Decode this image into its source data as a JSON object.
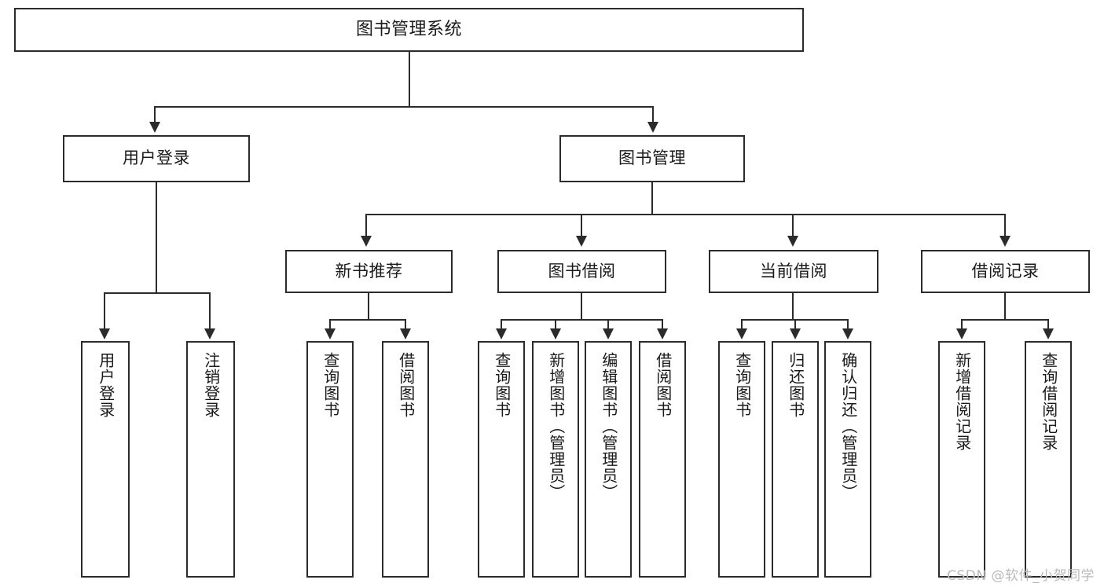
{
  "diagram": {
    "title": "图书管理系统",
    "type": "hierarchy-tree",
    "watermark": "CSDN @软件_小贺同学"
  },
  "nodes": {
    "root": {
      "label": "图书管理系统"
    },
    "tier2": [
      {
        "label": "用户登录"
      },
      {
        "label": "图书管理"
      }
    ],
    "tier3": [
      {
        "label": "新书推荐"
      },
      {
        "label": "图书借阅"
      },
      {
        "label": "当前借阅"
      },
      {
        "label": "借阅记录"
      }
    ],
    "leaves_user_login": [
      {
        "label": "用户登录"
      },
      {
        "label": "注销登录"
      }
    ],
    "leaves_new_book": [
      {
        "label": "查询图书"
      },
      {
        "label": "借阅图书"
      }
    ],
    "leaves_borrow": [
      {
        "label": "查询图书"
      },
      {
        "label": "新增图书（管理员）"
      },
      {
        "label": "编辑图书（管理员）"
      },
      {
        "label": "借阅图书"
      }
    ],
    "leaves_current": [
      {
        "label": "查询图书"
      },
      {
        "label": "归还图书"
      },
      {
        "label": "确认归还（管理员）"
      }
    ],
    "leaves_record": [
      {
        "label": "新增借阅记录"
      },
      {
        "label": "查询借阅记录"
      }
    ]
  },
  "colors": {
    "stroke": "#2b2b2b",
    "fill": "#ffffff",
    "text": "#1a1a1a",
    "watermark": "#b9b9b9"
  }
}
